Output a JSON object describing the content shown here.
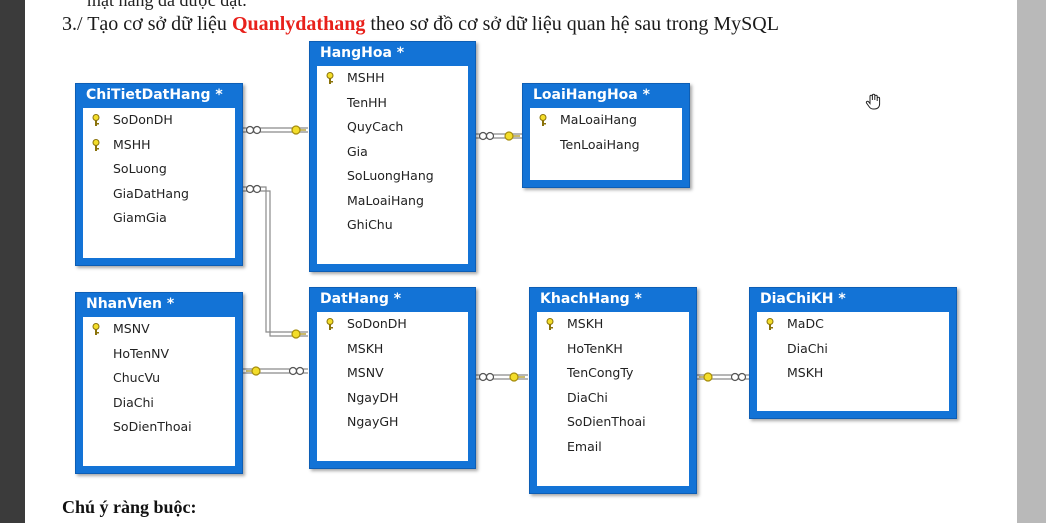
{
  "document": {
    "cut_text": "mặt hàng đã được đặt.",
    "heading_prefix": "3./ Tạo cơ sở dữ liệu ",
    "heading_db": "Quanlydathang",
    "heading_suffix": " theo sơ đồ cơ sở dữ liệu quan hệ sau trong MySQL",
    "note": "Chú ý ràng buộc:"
  },
  "tables": {
    "chitietdathang": {
      "title": "ChiTietDatHang *",
      "cols": [
        "SoDonDH",
        "MSHH",
        "SoLuong",
        "GiaDatHang",
        "GiamGia"
      ]
    },
    "hanghoa": {
      "title": "HangHoa *",
      "cols": [
        "MSHH",
        "TenHH",
        "QuyCach",
        "Gia",
        "SoLuongHang",
        "MaLoaiHang",
        "GhiChu"
      ]
    },
    "loaihanghoa": {
      "title": "LoaiHangHoa *",
      "cols": [
        "MaLoaiHang",
        "TenLoaiHang"
      ]
    },
    "nhanvien": {
      "title": "NhanVien *",
      "cols": [
        "MSNV",
        "HoTenNV",
        "ChucVu",
        "DiaChi",
        "SoDienThoai"
      ]
    },
    "dathang": {
      "title": "DatHang *",
      "cols": [
        "SoDonDH",
        "MSKH",
        "MSNV",
        "NgayDH",
        "NgayGH"
      ]
    },
    "khachhang": {
      "title": "KhachHang *",
      "cols": [
        "MSKH",
        "HoTenKH",
        "TenCongTy",
        "DiaChi",
        "SoDienThoai",
        "Email"
      ]
    },
    "diachikh": {
      "title": "DiaChiKH *",
      "cols": [
        "MaDC",
        "DiaChi",
        "MSKH"
      ]
    }
  },
  "colors": {
    "table_blue": "#1373d6",
    "key_yellow": "#d8c21a",
    "heading_red": "#e8211b"
  },
  "icons": {
    "primary_key": "key-icon",
    "cursor": "hand-cursor-icon"
  }
}
